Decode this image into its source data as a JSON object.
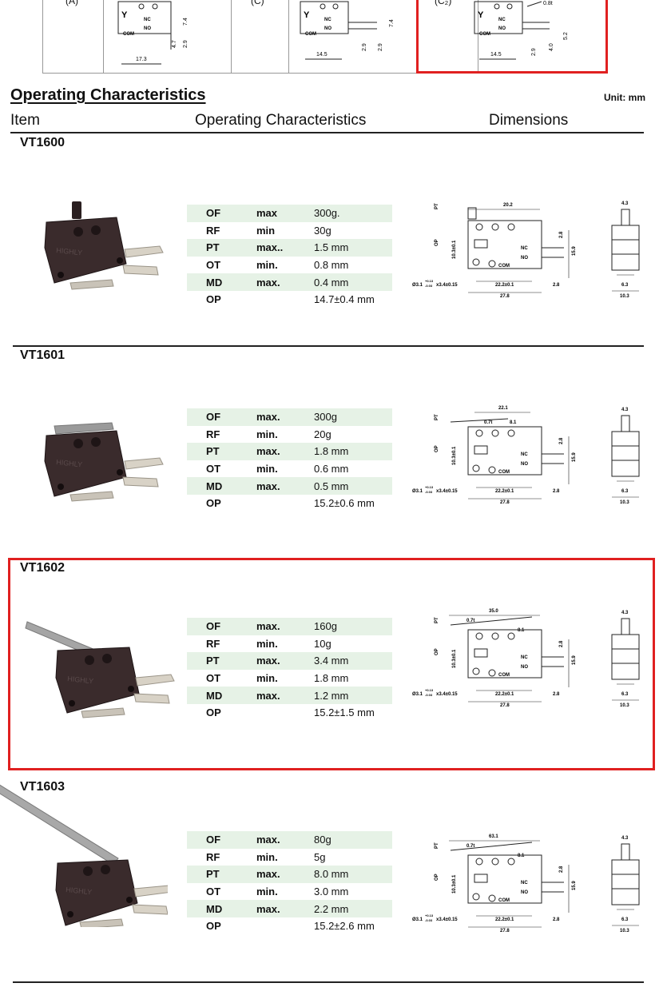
{
  "top_diagram_labels": {
    "d1": [
      "17.3",
      "4.7",
      "2.9",
      "7.4"
    ],
    "d2": [
      "14.5",
      "2.9",
      "2.9",
      "7.4"
    ],
    "d3": [
      "14.5",
      "2.9",
      "4.0",
      "5.2",
      "0.8t"
    ],
    "terminals": [
      "NC",
      "NO",
      "COM"
    ],
    "col_labels": [
      "(A)",
      "(C)",
      "(C₂)"
    ]
  },
  "section_title": "Operating Characteristics",
  "unit_label": "Unit: mm",
  "columns": {
    "item": "Item",
    "operating": "Operating Characteristics",
    "dimensions": "Dimensions"
  },
  "products": [
    {
      "model": "VT1600",
      "specs": [
        {
          "k": "OF",
          "q": "max",
          "v": "300g."
        },
        {
          "k": "RF",
          "q": "min",
          "v": "30g"
        },
        {
          "k": "PT",
          "q": "max..",
          "v": "1.5 mm"
        },
        {
          "k": "OT",
          "q": "min.",
          "v": "0.8 mm"
        },
        {
          "k": "MD",
          "q": "max.",
          "v": "0.4 mm"
        },
        {
          "k": "OP",
          "q": "",
          "v": "14.7±0.4 mm"
        }
      ],
      "dims": {
        "top": "20.2",
        "lever": "",
        "lever_r": ""
      }
    },
    {
      "model": "VT1601",
      "specs": [
        {
          "k": "OF",
          "q": "max.",
          "v": "300g"
        },
        {
          "k": "RF",
          "q": "min.",
          "v": "20g"
        },
        {
          "k": "PT",
          "q": "max.",
          "v": "1.8 mm"
        },
        {
          "k": "OT",
          "q": "min.",
          "v": "0.6 mm"
        },
        {
          "k": "MD",
          "q": "max.",
          "v": "0.5 mm"
        },
        {
          "k": "OP",
          "q": "",
          "v": "15.2±0.6 mm"
        }
      ],
      "dims": {
        "top": "22.1",
        "lever": "0.7t",
        "lever_r": "8.1"
      }
    },
    {
      "model": "VT1602",
      "specs": [
        {
          "k": "OF",
          "q": "max.",
          "v": "160g"
        },
        {
          "k": "RF",
          "q": "min.",
          "v": "10g"
        },
        {
          "k": "PT",
          "q": "max.",
          "v": "3.4 mm"
        },
        {
          "k": "OT",
          "q": "min.",
          "v": "1.8 mm"
        },
        {
          "k": "MD",
          "q": "max.",
          "v": "1.2 mm"
        },
        {
          "k": "OP",
          "q": "",
          "v": "15.2±1.5 mm"
        }
      ],
      "dims": {
        "top": "35.0",
        "lever": "0.7t",
        "lever_r": "8.1"
      }
    },
    {
      "model": "VT1603",
      "specs": [
        {
          "k": "OF",
          "q": "max.",
          "v": "80g"
        },
        {
          "k": "RF",
          "q": "min.",
          "v": "5g"
        },
        {
          "k": "PT",
          "q": "max.",
          "v": "8.0 mm"
        },
        {
          "k": "OT",
          "q": "min.",
          "v": "3.0 mm"
        },
        {
          "k": "MD",
          "q": "max.",
          "v": "2.2 mm"
        },
        {
          "k": "OP",
          "q": "",
          "v": "15.2±2.6 mm"
        }
      ],
      "dims": {
        "top": "63.1",
        "lever": "0.7t",
        "lever_r": "8.1"
      }
    }
  ],
  "dimension_labels": {
    "pt": "PT",
    "op": "OP",
    "height": "10.3±0.1",
    "r1": "2.8",
    "r2": "15.9",
    "hole": "Ø3.1",
    "hole_tol_up": "+0.13",
    "hole_tol_dn": "-0.03",
    "hole_len": "x3.4±0.15",
    "pitch": "22.2±0.1",
    "tab": "2.8",
    "width": "27.8",
    "side_top": "4.3",
    "side_in": "6.3",
    "side_out": "10.3",
    "nc": "NC",
    "no": "NO",
    "com": "COM"
  },
  "brand_mark": "HIGHLY",
  "colors": {
    "accent_red": "#e02020",
    "row_shade": "#e6f2e6",
    "switch_body": "#3a2b2c"
  }
}
